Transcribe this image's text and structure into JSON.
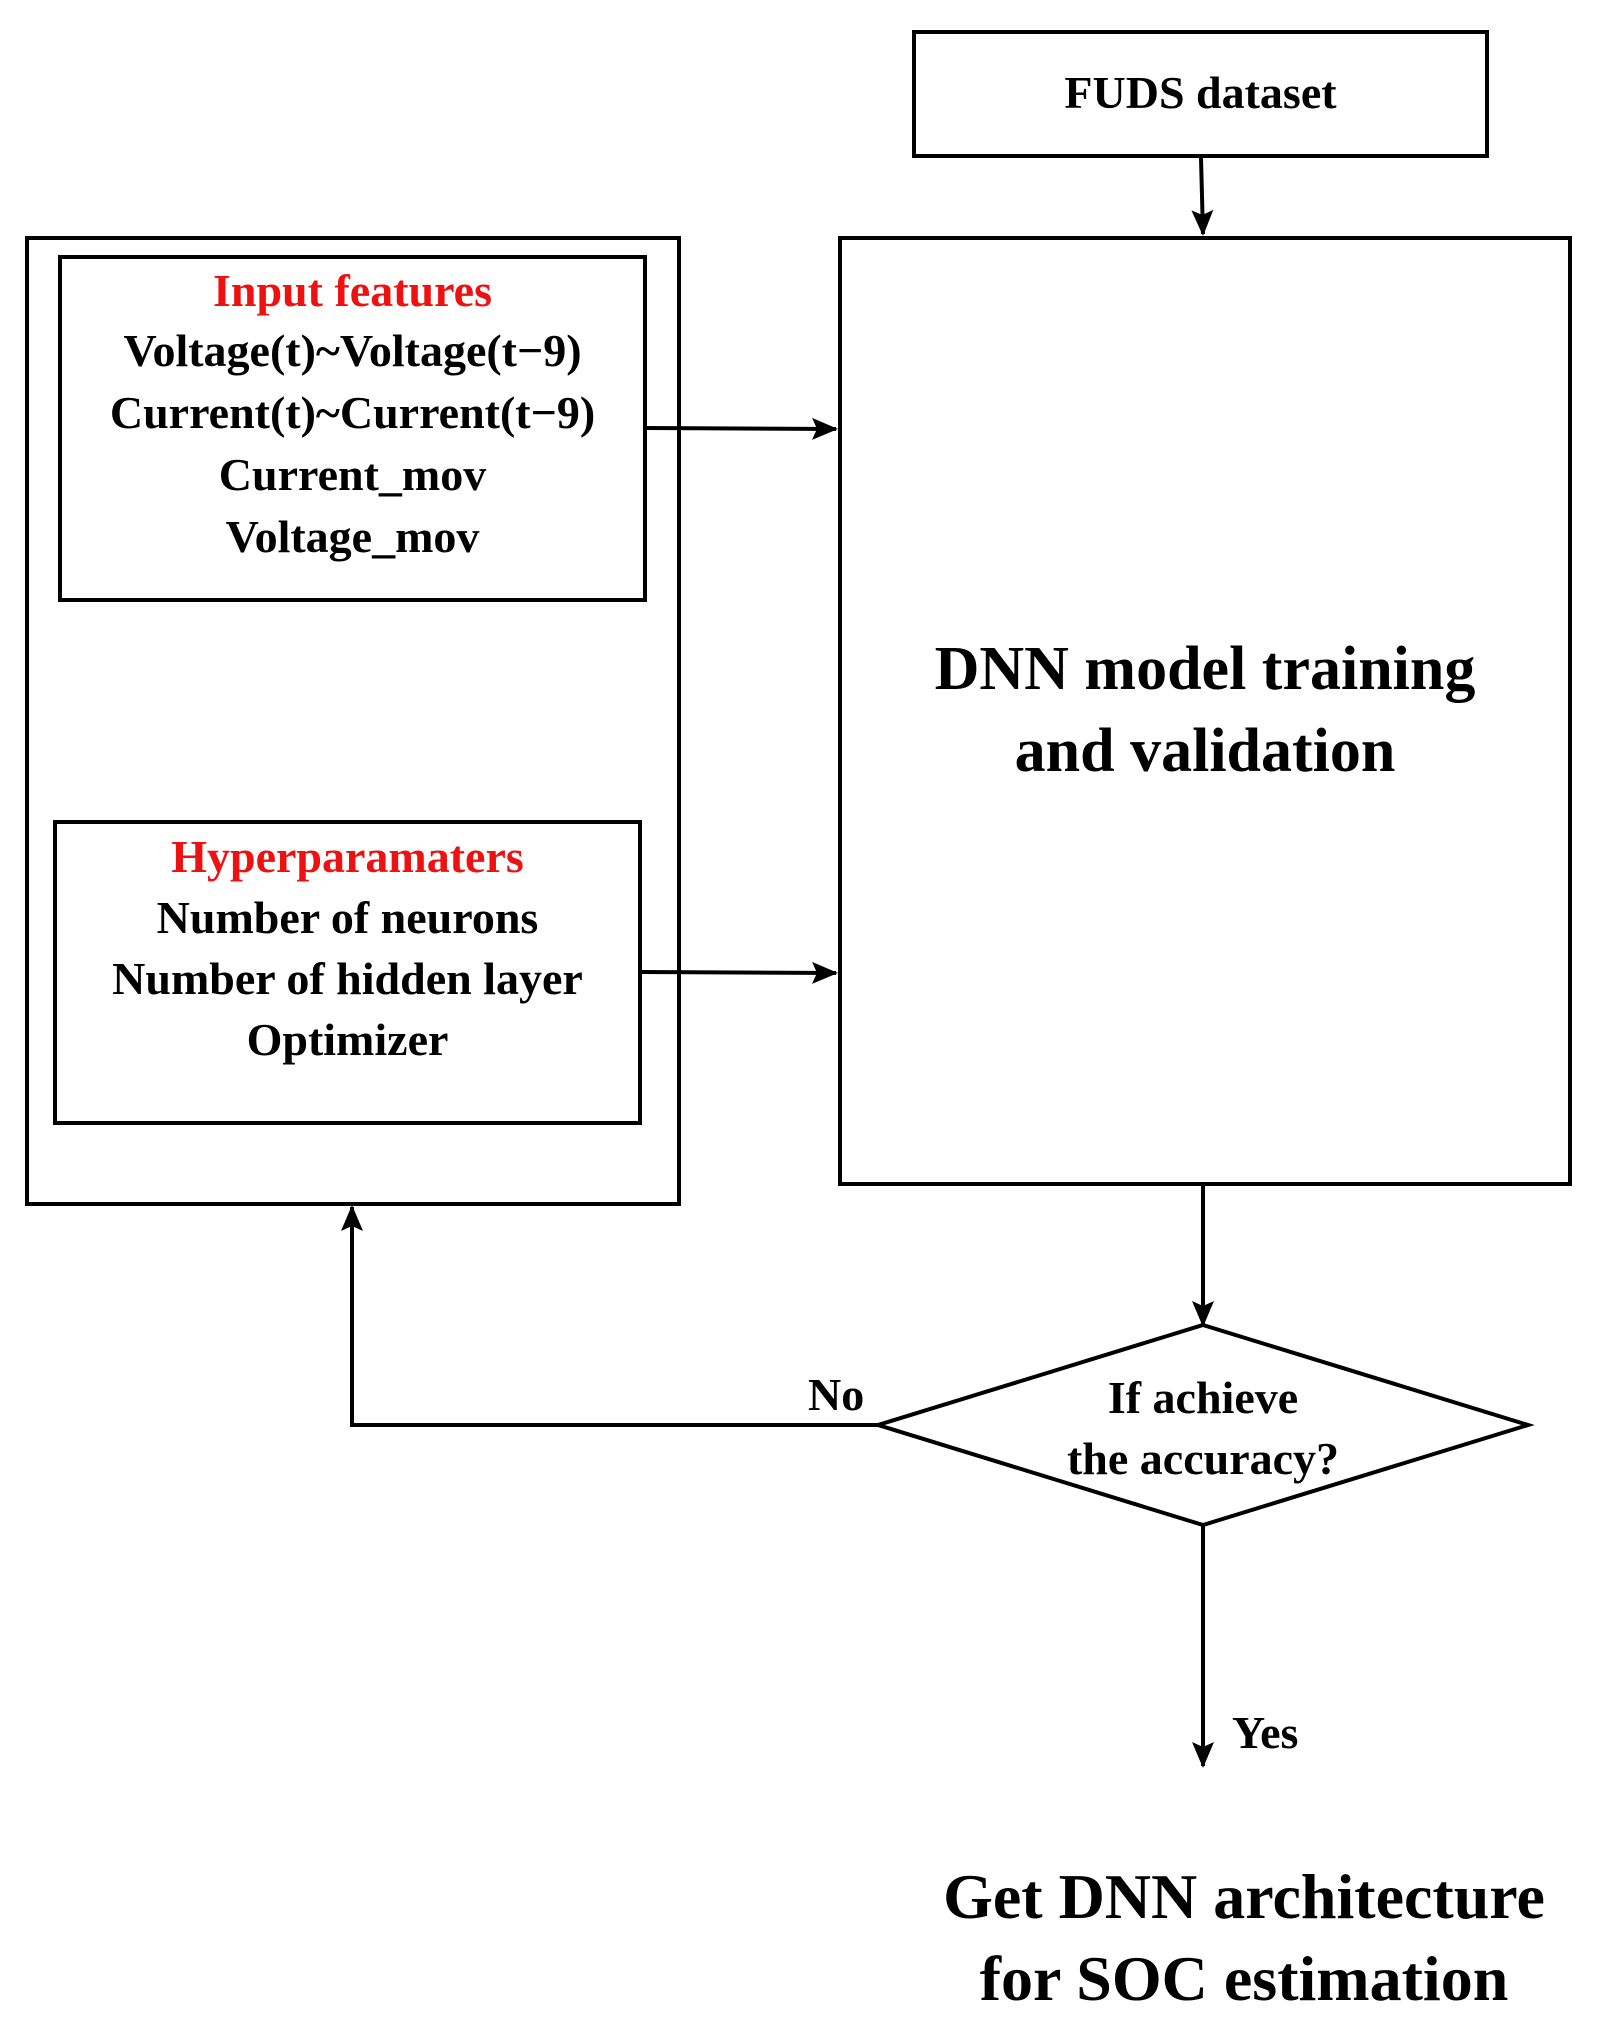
{
  "nodes": {
    "dataset": {
      "label": "FUDS dataset"
    },
    "input_features": {
      "title": "Input features",
      "items": [
        "Voltage(t)~Voltage(t−9)",
        "Current(t)~Current(t−9)",
        "Current_mov",
        "Voltage_mov"
      ]
    },
    "hyperparameters": {
      "title": "Hyperparamaters",
      "items": [
        "Number of neurons",
        "Number of hidden layer",
        "Optimizer"
      ]
    },
    "training": {
      "line1": "DNN  model training",
      "line2": "and validation"
    },
    "decision": {
      "line1": "If achieve",
      "line2": "the accuracy?"
    },
    "result": {
      "line1": "Get DNN architecture",
      "line2": "for  SOC estimation"
    }
  },
  "edges": {
    "no_label": "No",
    "yes_label": "Yes"
  },
  "colors": {
    "title_red": "#ee1111",
    "stroke": "#000000"
  }
}
